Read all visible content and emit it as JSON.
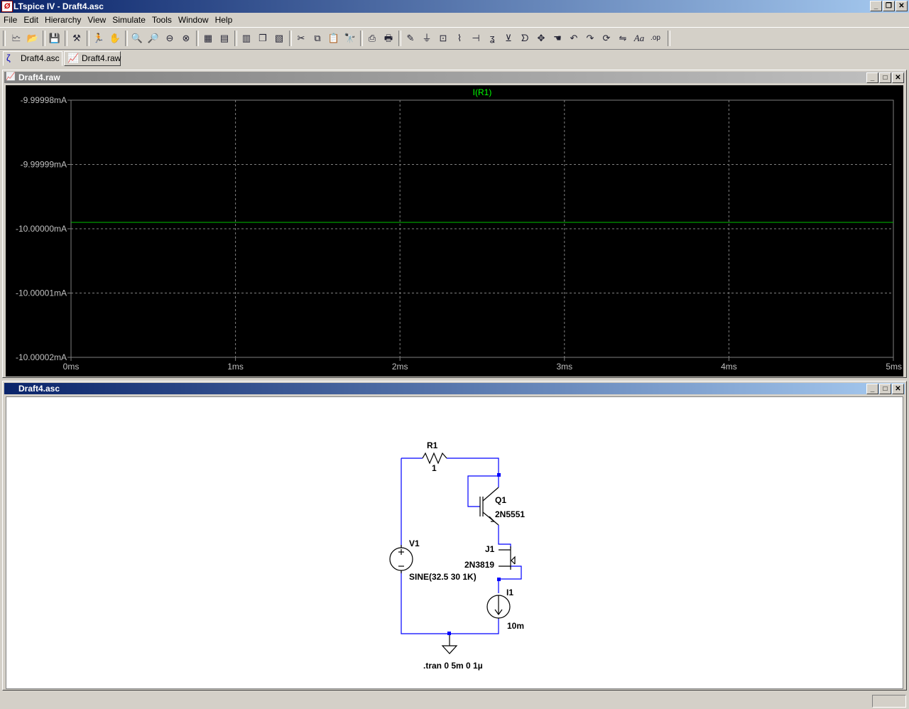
{
  "window": {
    "title": "LTspice IV - Draft4.asc"
  },
  "menu": [
    "File",
    "Edit",
    "Hierarchy",
    "View",
    "Simulate",
    "Tools",
    "Window",
    "Help"
  ],
  "tabs": [
    {
      "label": "Draft4.asc"
    },
    {
      "label": "Draft4.raw"
    }
  ],
  "waveform_window": {
    "title": "Draft4.raw"
  },
  "schematic_window": {
    "title": "Draft4.asc"
  },
  "chart_data": {
    "type": "line",
    "title": "I(R1)",
    "xlabel": "",
    "ylabel": "",
    "x_ticks": [
      "0ms",
      "1ms",
      "2ms",
      "3ms",
      "4ms",
      "5ms"
    ],
    "y_ticks": [
      "-9.99998mA",
      "-9.99999mA",
      "-10.00000mA",
      "-10.00001mA",
      "-10.00002mA"
    ],
    "xlim": [
      0,
      5
    ],
    "ylim": [
      -10.00002,
      -9.99998
    ],
    "grid": true,
    "series": [
      {
        "name": "I(R1)",
        "color": "#00c000",
        "x": [
          0,
          5
        ],
        "values": [
          -9.999999,
          -9.999999
        ]
      }
    ]
  },
  "schematic": {
    "r1": {
      "name": "R1",
      "value": "1"
    },
    "q1": {
      "name": "Q1",
      "model": "2N5551"
    },
    "j1": {
      "name": "J1",
      "model": "2N3819"
    },
    "v1": {
      "name": "V1",
      "value": "SINE(32.5 30 1K)"
    },
    "i1": {
      "name": "I1",
      "value": "10m"
    },
    "directive": ".tran 0 5m 0 1µ"
  },
  "colors": {
    "plot_bg": "#000000",
    "trace": "#00c000",
    "axis": "#808080",
    "wire": "#0000ff"
  }
}
